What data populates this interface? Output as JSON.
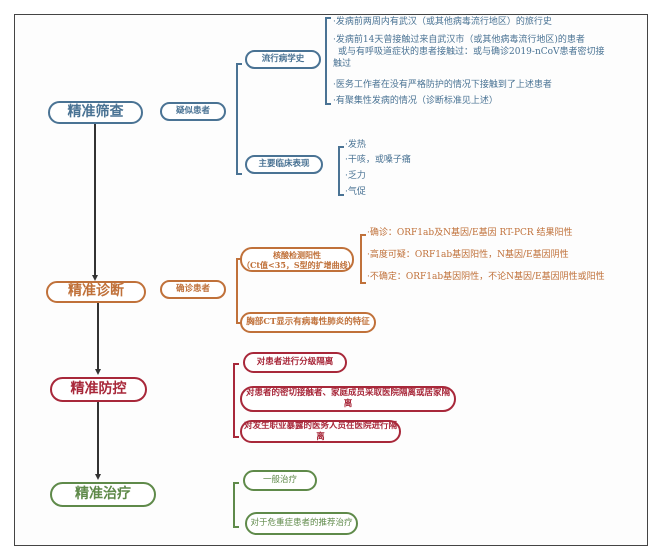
{
  "stages": {
    "screening": "精准筛查",
    "diagnosis": "精准诊断",
    "prevention": "精准防控",
    "treatment": "精准治疗"
  },
  "screening": {
    "suspected": "疑似患者",
    "epi": {
      "label": "流行病学史",
      "items": [
        "·发病前两周内有武汉（或其他病毒流行地区）的旅行史",
        "·发病前14天曾接触过来自武汉市（或其他病毒流行地区)的患者",
        "或与有呼吸道症状的患者接触过：或与确诊2019-nCoV患者密切接",
        "触过",
        "·医务工作者在没有严格防护的情况下接触到了上述患者",
        "·有聚集性发病的情况（诊断标准见上述）"
      ]
    },
    "clinical": {
      "label": "主要临床表现",
      "items": [
        "·发热",
        "·干咳，或嗓子痛",
        "·乏力",
        "·气促"
      ]
    }
  },
  "diagnosis": {
    "confirmed": "确诊患者",
    "nucleic": {
      "line1": "核酸检测阳性",
      "line2": "（Ct值<35，S型的扩增曲线）",
      "items": [
        "·确诊：ORF1ab及N基因/E基因 RT-PCR 结果阳性",
        "·高度可疑：ORF1ab基因阳性，N基因/E基因阴性",
        "·不确定：ORF1ab基因阴性，不论N基因/E基因阴性或阳性"
      ]
    },
    "ct": "胸部CT显示有病毒性肺炎的特征"
  },
  "prevention": {
    "items": [
      "对患者进行分级隔离",
      "对患者的密切接触者、家庭成员采取医院隔离或居家隔离",
      "对发生职业暴露的医务人员在医院进行隔离"
    ]
  },
  "treatment": {
    "items": [
      "一般治疗",
      "对于危重症患者的推荐治疗"
    ]
  },
  "colors": {
    "screening": "#4a7394",
    "diagnosis": "#c0713a",
    "prevention": "#a8283a",
    "treatment": "#5f8a4a"
  }
}
